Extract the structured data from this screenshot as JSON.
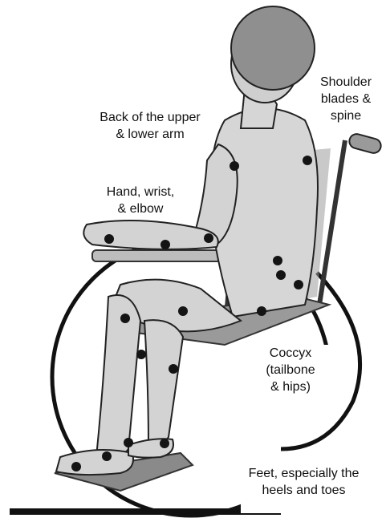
{
  "labels": {
    "shoulder": [
      "Shoulder",
      "blades &",
      "spine"
    ],
    "upper_arm": [
      "Back of the upper",
      "& lower arm"
    ],
    "hand": [
      "Hand, wrist,",
      "& elbow"
    ],
    "coccyx": [
      "Coccyx",
      "(tailbone",
      "& hips)"
    ],
    "feet": [
      "Feet, especially the",
      "heels and toes"
    ]
  },
  "colors": {
    "marker": "#141414",
    "skin": "#d6d6d6",
    "outline": "#222222",
    "chair": "#555555"
  }
}
